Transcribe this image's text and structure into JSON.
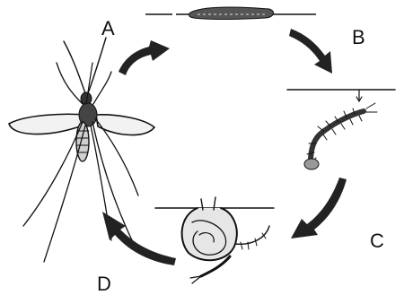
{
  "stages": [
    {
      "label": "A",
      "icon": "adult-mosquito-icon"
    },
    {
      "label": "B",
      "icon": "egg-raft-icon"
    },
    {
      "label": "C",
      "icon": "larva-icon"
    },
    {
      "label": "D",
      "icon": "pupa-icon"
    }
  ],
  "colors": {
    "ink": "#111111",
    "background": "#ffffff"
  }
}
